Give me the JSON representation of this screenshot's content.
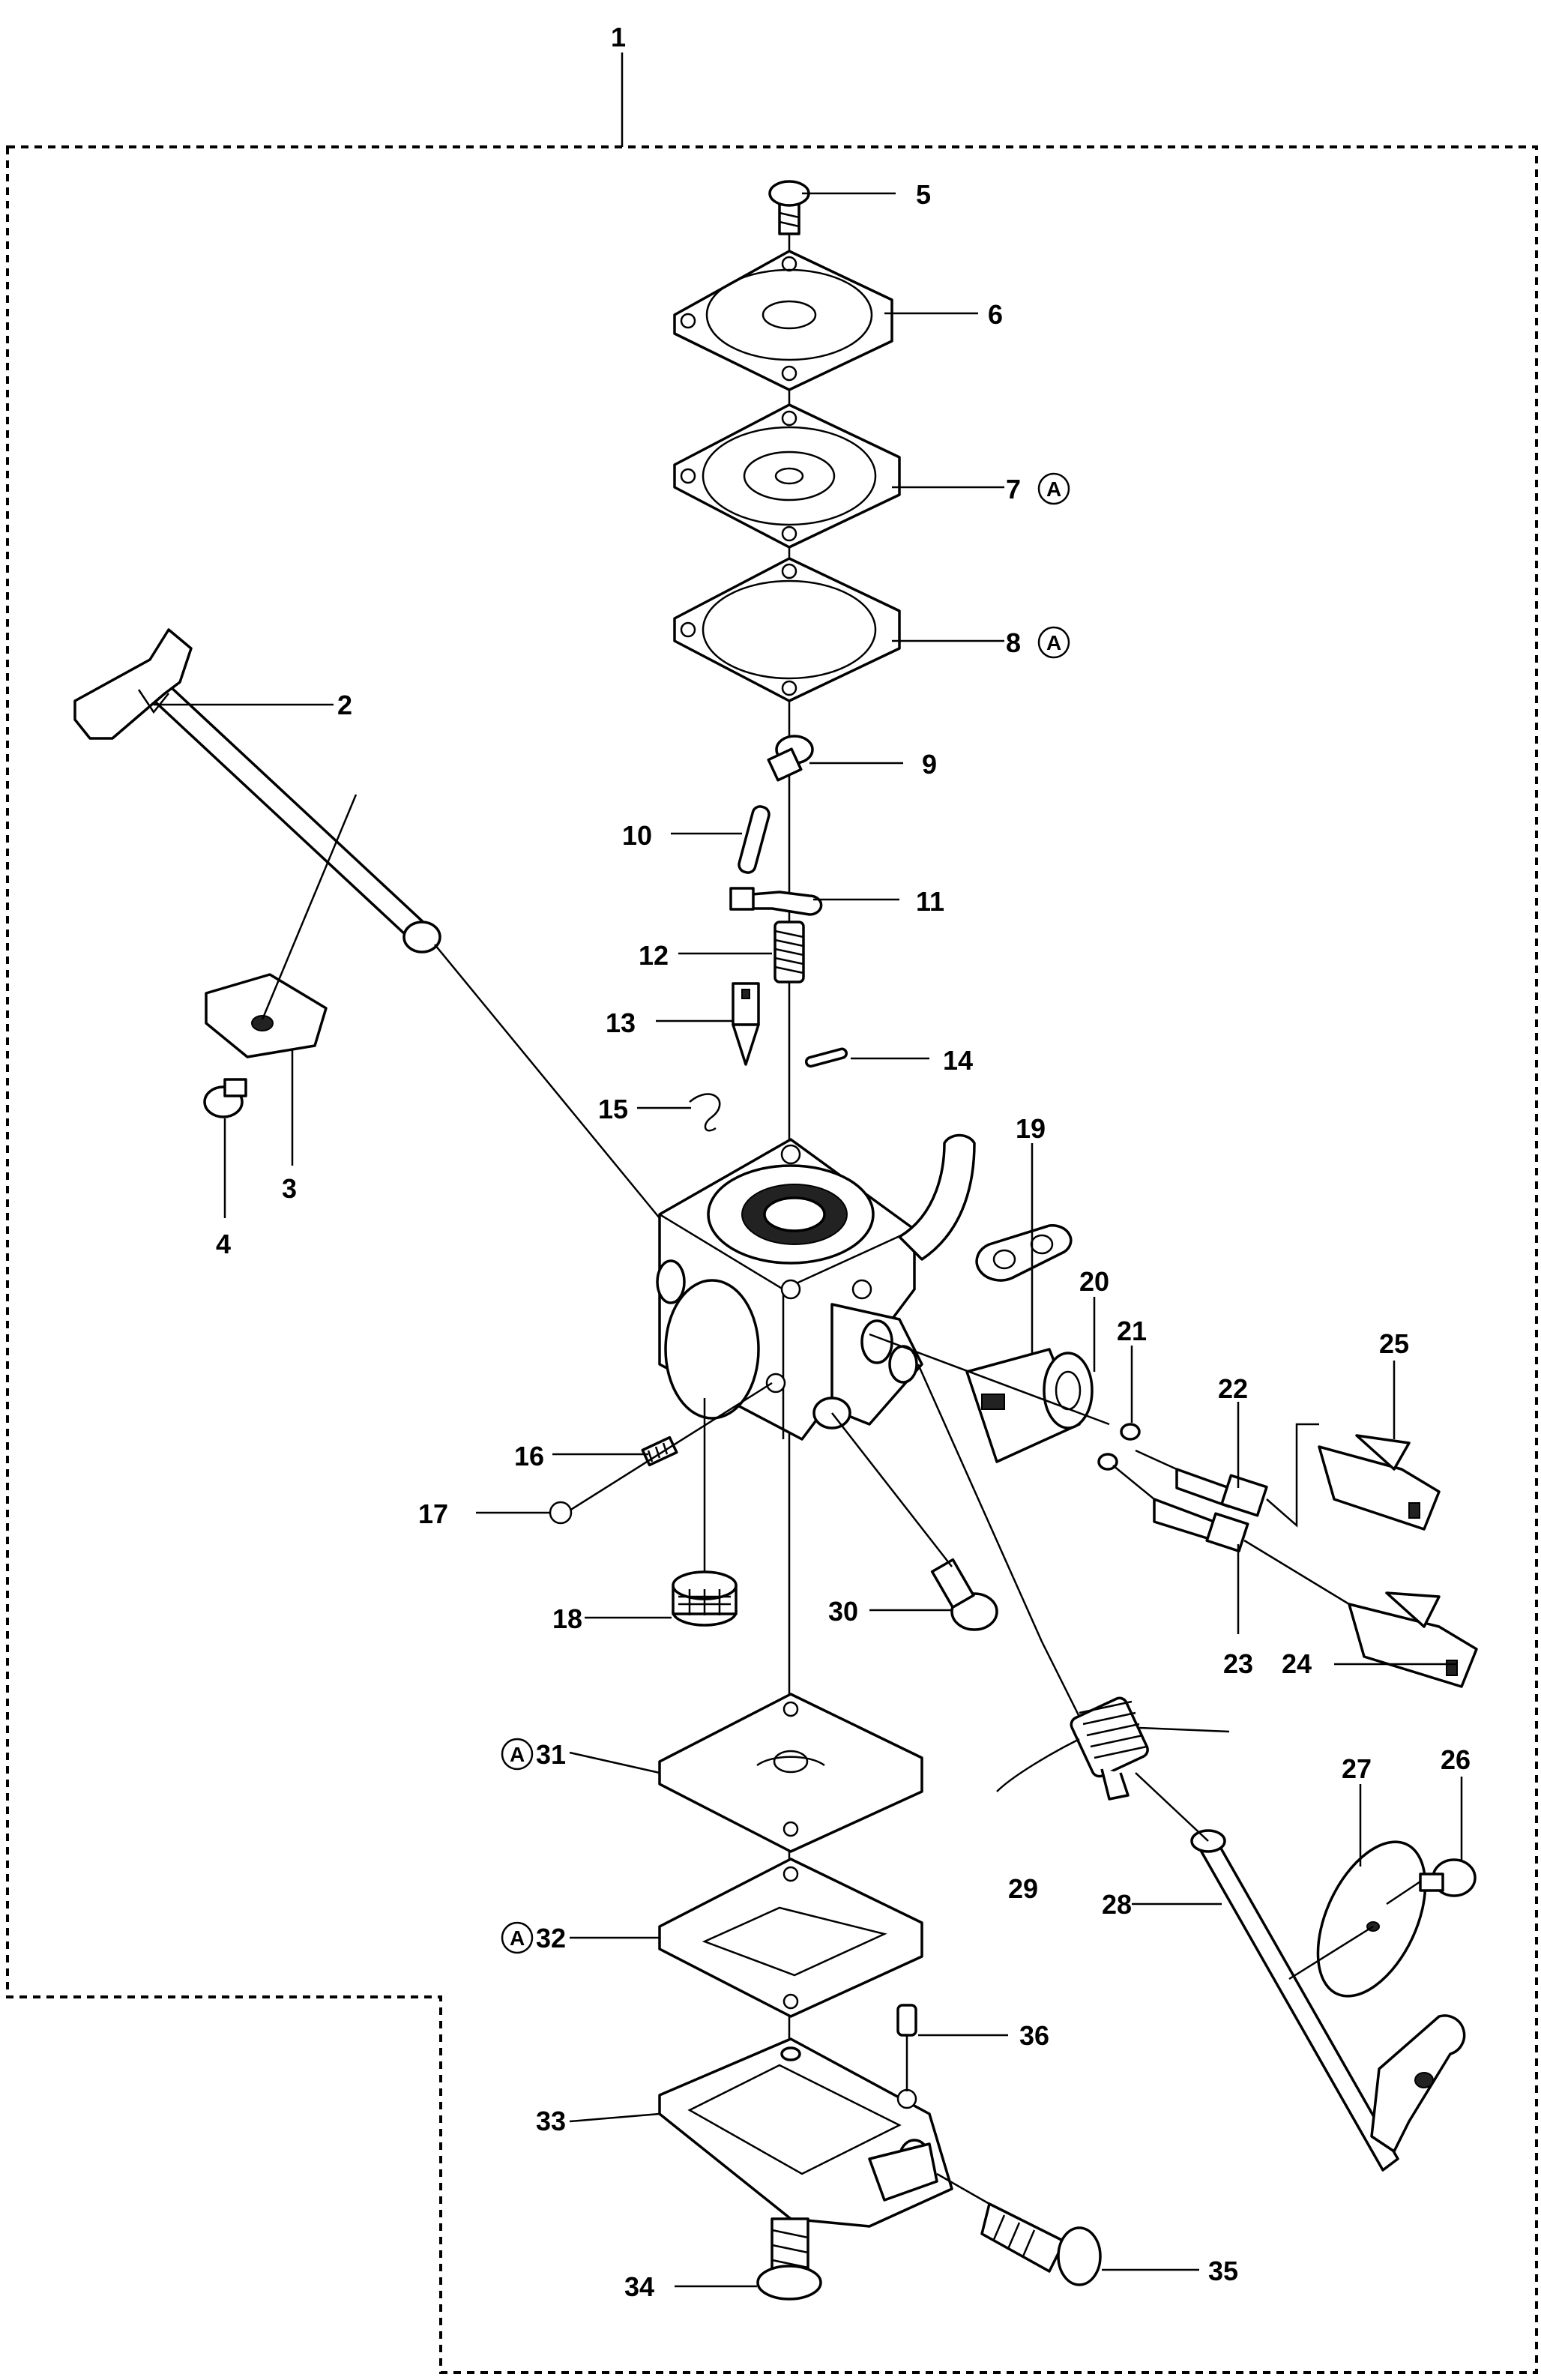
{
  "diagram": {
    "callouts": [
      {
        "id": "1",
        "text": "1"
      },
      {
        "id": "2",
        "text": "2"
      },
      {
        "id": "3",
        "text": "3"
      },
      {
        "id": "4",
        "text": "4"
      },
      {
        "id": "5",
        "text": "5"
      },
      {
        "id": "6",
        "text": "6"
      },
      {
        "id": "7",
        "text": "7",
        "badge": "A"
      },
      {
        "id": "8",
        "text": "8",
        "badge": "A"
      },
      {
        "id": "9",
        "text": "9"
      },
      {
        "id": "10",
        "text": "10"
      },
      {
        "id": "11",
        "text": "11"
      },
      {
        "id": "12",
        "text": "12"
      },
      {
        "id": "13",
        "text": "13"
      },
      {
        "id": "14",
        "text": "14"
      },
      {
        "id": "15",
        "text": "15"
      },
      {
        "id": "16",
        "text": "16"
      },
      {
        "id": "17",
        "text": "17"
      },
      {
        "id": "18",
        "text": "18"
      },
      {
        "id": "19",
        "text": "19"
      },
      {
        "id": "20",
        "text": "20"
      },
      {
        "id": "21",
        "text": "21"
      },
      {
        "id": "22",
        "text": "22"
      },
      {
        "id": "23",
        "text": "23"
      },
      {
        "id": "24",
        "text": "24"
      },
      {
        "id": "25",
        "text": "25"
      },
      {
        "id": "26",
        "text": "26"
      },
      {
        "id": "27",
        "text": "27"
      },
      {
        "id": "28",
        "text": "28"
      },
      {
        "id": "29",
        "text": "29"
      },
      {
        "id": "30",
        "text": "30"
      },
      {
        "id": "31",
        "text": "31",
        "badge": "A"
      },
      {
        "id": "32",
        "text": "32",
        "badge": "A"
      },
      {
        "id": "33",
        "text": "33"
      },
      {
        "id": "34",
        "text": "34"
      },
      {
        "id": "35",
        "text": "35"
      },
      {
        "id": "36",
        "text": "36"
      }
    ]
  }
}
